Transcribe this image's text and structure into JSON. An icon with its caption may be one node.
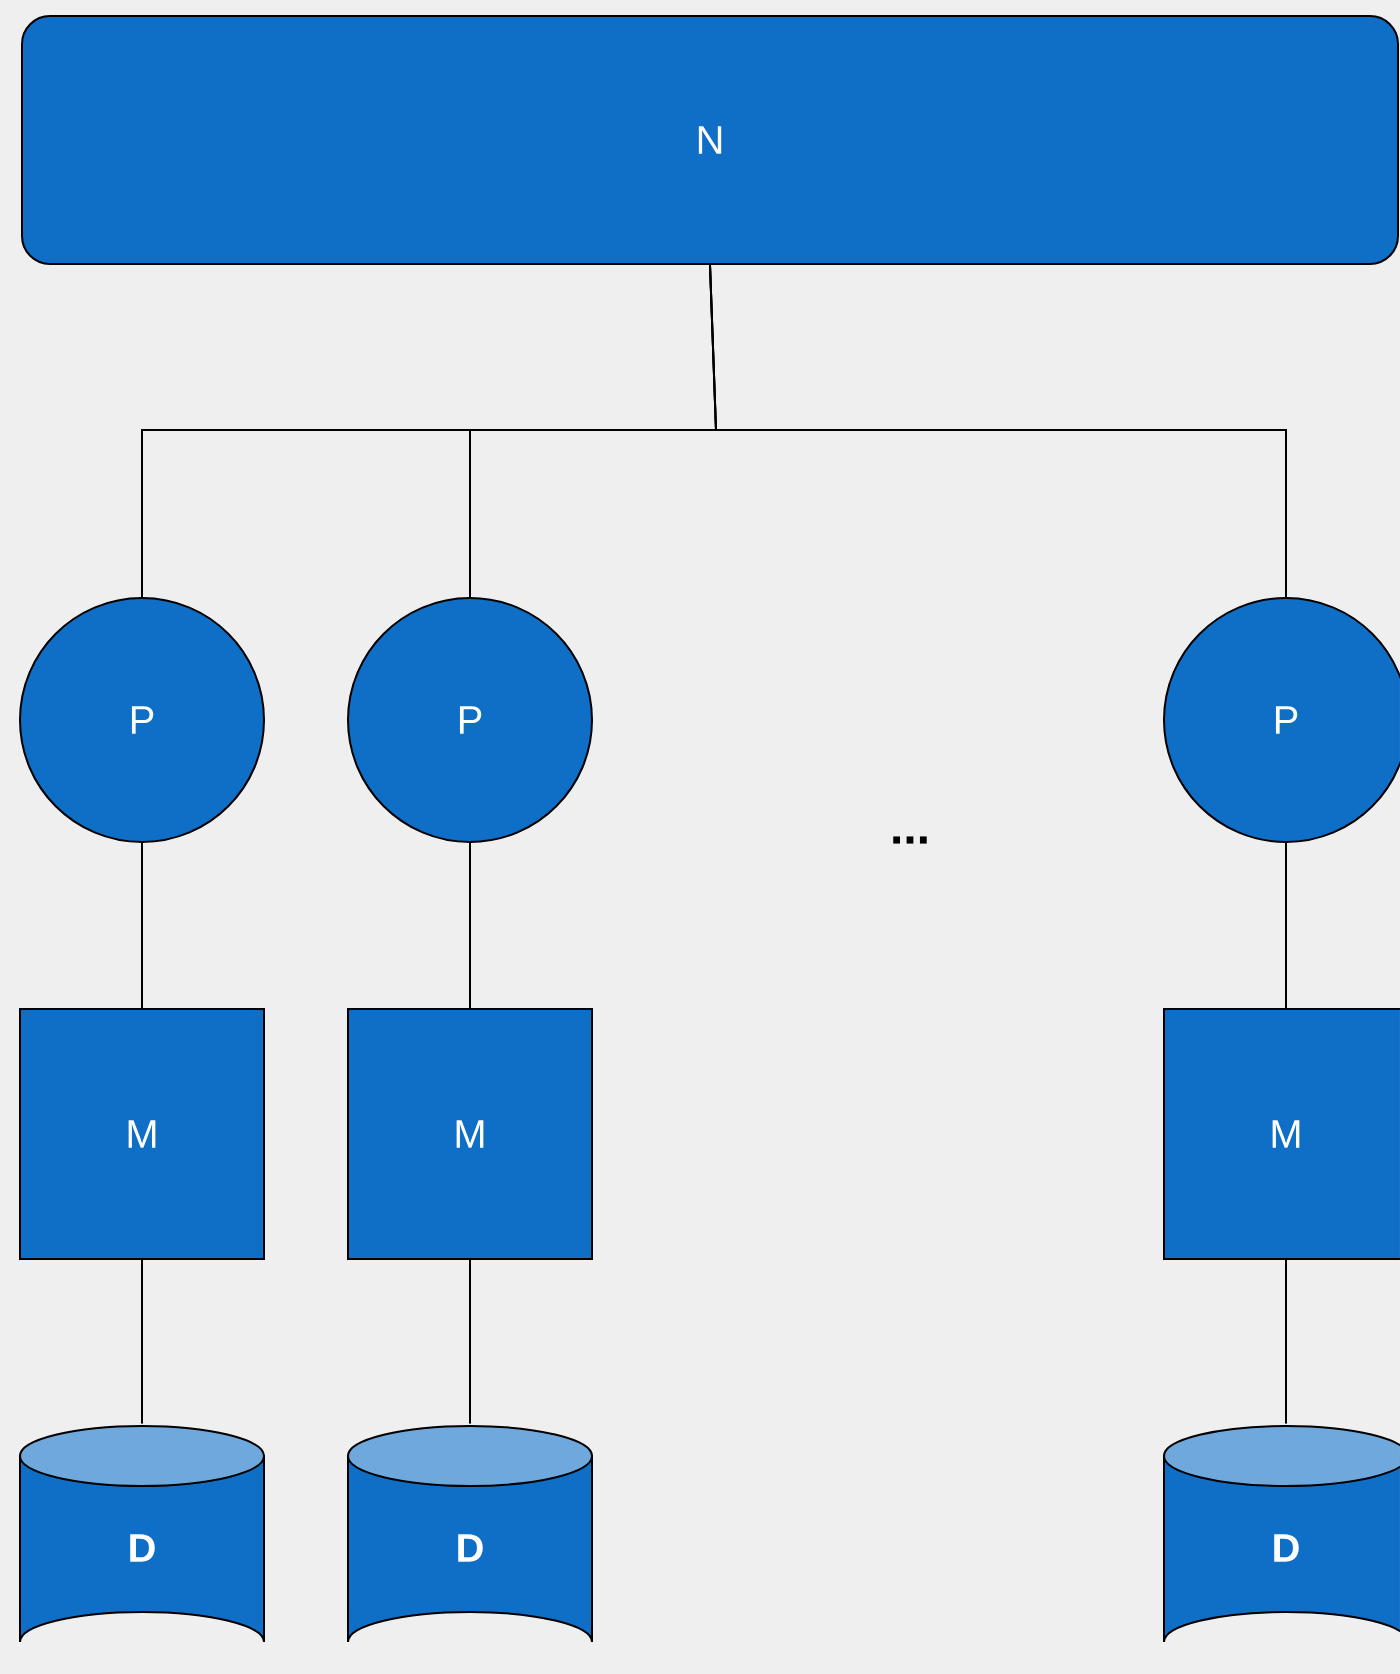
{
  "diagram": {
    "nodes": [
      {
        "text": [
          "N"
        ]
      },
      {
        "text": [
          "P"
        ]
      },
      {
        "text": [
          "P"
        ]
      },
      {
        "text": [
          "P"
        ]
      },
      {
        "text": [
          "M"
        ]
      },
      {
        "text": [
          "M"
        ]
      },
      {
        "text": [
          "M"
        ]
      },
      {
        "text": [
          "D"
        ]
      },
      {
        "text": [
          "D"
        ]
      },
      {
        "text": [
          "D"
        ]
      }
    ],
    "edges": [
      {
        "from": 0,
        "to": 1,
        "arrow": "none"
      },
      {
        "from": 0,
        "to": 2,
        "arrow": "none"
      },
      {
        "from": 0,
        "to": 3,
        "arrow": "none"
      },
      {
        "from": 1,
        "to": 4,
        "arrow": "none"
      },
      {
        "from": 2,
        "to": 5,
        "arrow": "none"
      },
      {
        "from": 3,
        "to": 6,
        "arrow": "none"
      },
      {
        "from": 4,
        "to": 7,
        "arrow": "none"
      },
      {
        "from": 5,
        "to": 8,
        "arrow": "none"
      },
      {
        "from": 6,
        "to": 9,
        "arrow": "none"
      }
    ],
    "labels": [
      "..."
    ]
  }
}
